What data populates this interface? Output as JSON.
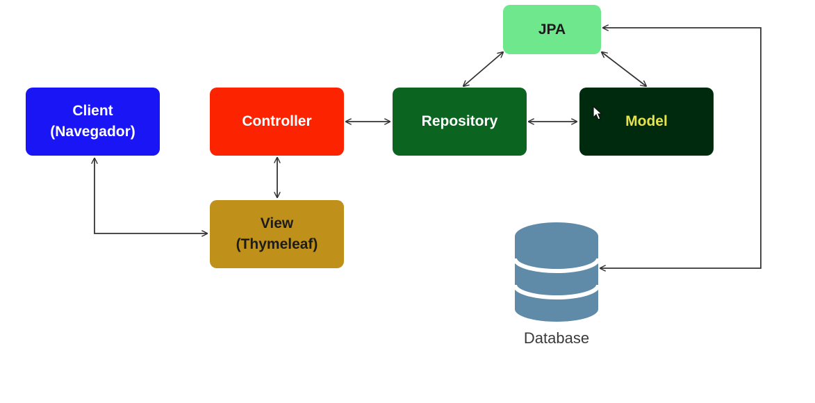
{
  "nodes": {
    "client": {
      "line1": "Client",
      "line2": "(Navegador)"
    },
    "controller": {
      "label": "Controller"
    },
    "repository": {
      "label": "Repository"
    },
    "model": {
      "label": "Model"
    },
    "jpa": {
      "label": "JPA"
    },
    "view": {
      "line1": "View",
      "line2": "(Thymeleaf)"
    },
    "database": {
      "label": "Database"
    }
  },
  "colors": {
    "client": "#1a15f5",
    "controller": "#fb2300",
    "repository": "#0b6521",
    "model": "#002a0d",
    "model_text": "#e8e34a",
    "jpa": "#6ee78d",
    "view": "#bf901a",
    "database": "#5f8aa8",
    "connector": "#333333"
  },
  "icons": {
    "database": "database-cylinder-icon",
    "cursor": "mouse-pointer-icon"
  }
}
